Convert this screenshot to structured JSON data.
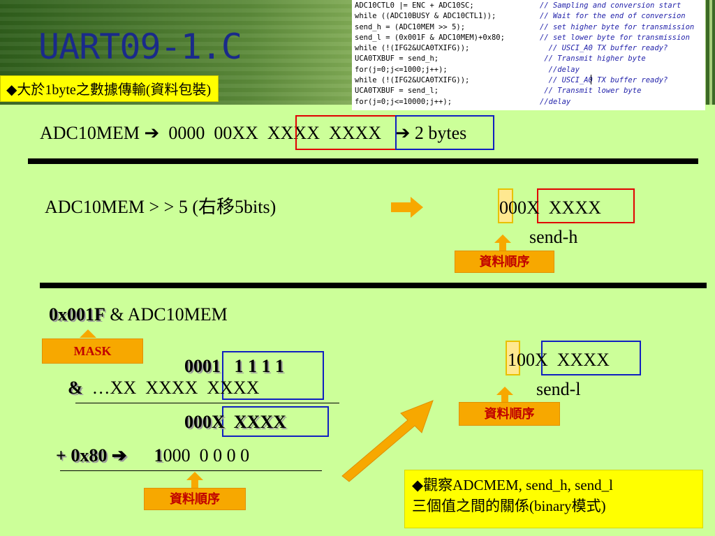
{
  "header": {
    "title": "UART09-1.C",
    "subtitle": "◆大於1byte之數據傳輸(資料包裝)"
  },
  "code_lines": [
    {
      "code": "ADC10CTL0 |= ENC + ADC10SC;",
      "comment": "// Sampling and conversion start"
    },
    {
      "code": "while ((ADC10BUSY & ADC10CTL1));",
      "comment": "// Wait for the end of conversion"
    },
    {
      "code": "send_h = (ADC10MEM >> 5);",
      "comment": "// set higher byte for transmission"
    },
    {
      "code": "send_l = (0x001F & ADC10MEM)+0x80;",
      "comment": "// set lower byte for transmission"
    },
    {
      "code": "while (!(IFG2&UCA0TXIFG));",
      "comment": "  // USCI_A0 TX buffer ready?"
    },
    {
      "code": "UCA0TXBUF = send_h;",
      "comment": " // Transmit higher byte"
    },
    {
      "code": "for(j=0;j<=1000;j++);",
      "comment": "  //delay"
    },
    {
      "code": "while (!(IFG2&UCA0TXIFG));",
      "comment": "  // USCI_A0 TX buffer ready?"
    },
    {
      "code": "UCA0TXBUF = send_l;",
      "comment": " // Transmit lower byte"
    },
    {
      "code": "for(j=0;j<=10000;j++);",
      "comment": "//delay"
    }
  ],
  "row1": {
    "label": "ADC10MEM",
    "arrow": "➔",
    "bits_a": "0000  00",
    "bits_b": "XX  XXX",
    "bits_c": "X  XXXX",
    "arrow2": "➔",
    "result": "2 bytes"
  },
  "row2": {
    "expr": "ADC10MEM > > 5 (右移5bits)",
    "result_a": "000",
    "result_b": "X  XXXX",
    "result_label": "send-h",
    "order_label": "資料順序"
  },
  "row3": {
    "mask_expr_a": "0x001F",
    "mask_expr_b": " & ADC10MEM",
    "mask_label": "MASK",
    "line_mask_a": "0001",
    "line_mask_b": "1 1 1 1",
    "amp": "&",
    "line_value_a": "…XX  XXX",
    "line_value_b": "X  XXXX",
    "line_result_a": "000",
    "line_result_b": "X  XXXX",
    "plus_label": "+ 0x80",
    "plus_arrow": "➔",
    "plus_bit": "1",
    "plus_rest": "000  0 0 0 0",
    "order_label": "資料順序",
    "final_a": "1",
    "final_b": "00",
    "final_c": "X  XXXX",
    "final_label": "send-l",
    "final_order_label": "資料順序"
  },
  "note": {
    "line1": "◆觀察ADCMEM, send_h, send_l",
    "line2": "三個值之間的關係(binary模式)"
  }
}
